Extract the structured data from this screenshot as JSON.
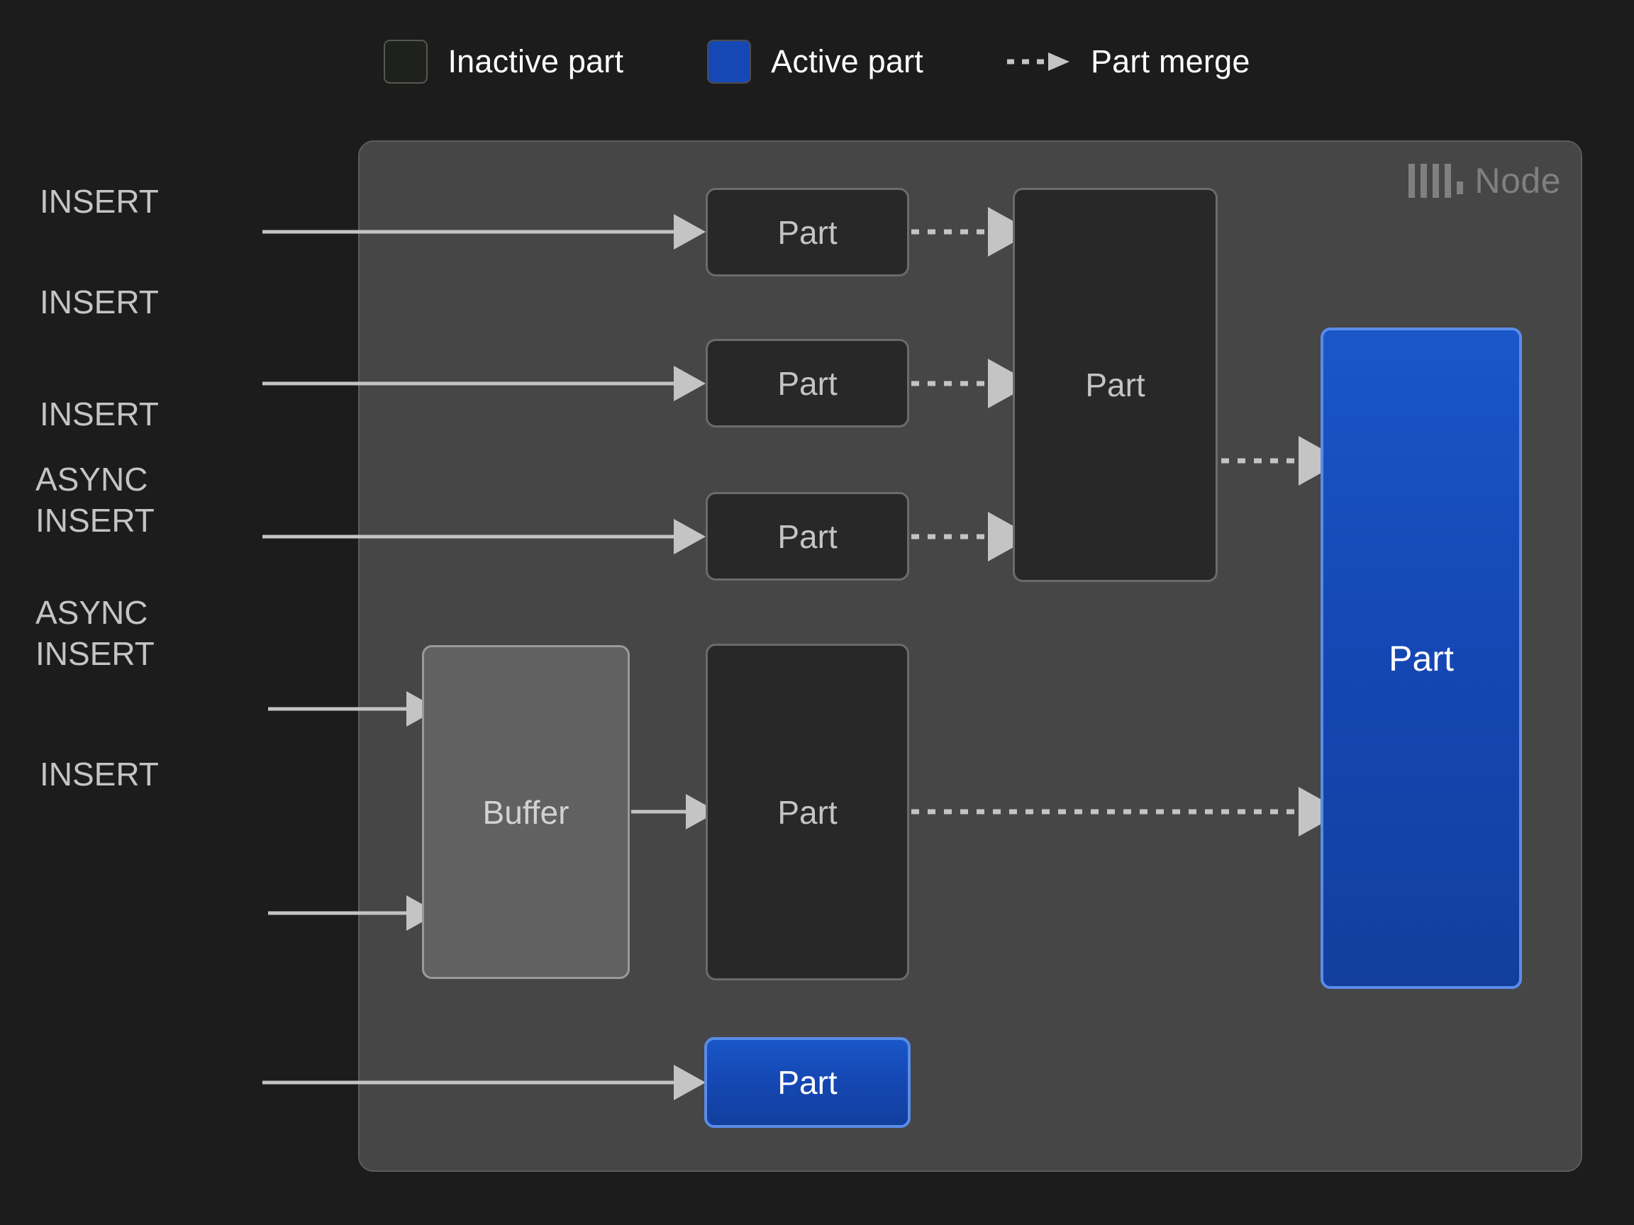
{
  "legend": {
    "items": [
      {
        "swatch": "inactive",
        "label": "Inactive part",
        "icon": "square-outline-icon"
      },
      {
        "swatch": "active",
        "label": "Active part",
        "icon": "square-filled-icon"
      },
      {
        "swatch": "arrow",
        "label": "Part merge",
        "icon": "dashed-arrow-icon"
      }
    ]
  },
  "node": {
    "label": "Node",
    "logo_icon": "clickhouse-logo-icon",
    "colors": {
      "background": "#464646",
      "border": "#5b5b5b",
      "page_background": "#1c1c1c",
      "inactive_fill": "#282828",
      "inactive_border": "#6b6b6b",
      "active_fill": "#1548b5",
      "active_border": "#5a8ce8",
      "buffer_fill": "#616161",
      "buffer_border": "#9a9a9a",
      "arrow": "#c4c4c4",
      "text": "#c4c4c4",
      "legend_text": "#ffffff",
      "node_label": "#808080"
    }
  },
  "flows": [
    {
      "id": "insert-1",
      "label": "INSERT"
    },
    {
      "id": "insert-2",
      "label": "INSERT"
    },
    {
      "id": "insert-3",
      "label": "INSERT"
    },
    {
      "id": "async-insert-1",
      "label": "ASYNC\nINSERT"
    },
    {
      "id": "async-insert-2",
      "label": "ASYNC\nINSERT"
    },
    {
      "id": "insert-4",
      "label": "INSERT"
    }
  ],
  "boxes": [
    {
      "id": "part-row1",
      "label": "Part",
      "state": "inactive"
    },
    {
      "id": "part-row2",
      "label": "Part",
      "state": "inactive"
    },
    {
      "id": "part-row3",
      "label": "Part",
      "state": "inactive"
    },
    {
      "id": "part-merged",
      "label": "Part",
      "state": "inactive"
    },
    {
      "id": "part-final",
      "label": "Part",
      "state": "active"
    },
    {
      "id": "buffer",
      "label": "Buffer",
      "state": "buffer"
    },
    {
      "id": "part-async",
      "label": "Part",
      "state": "inactive"
    },
    {
      "id": "part-bottom",
      "label": "Part",
      "state": "active"
    }
  ]
}
